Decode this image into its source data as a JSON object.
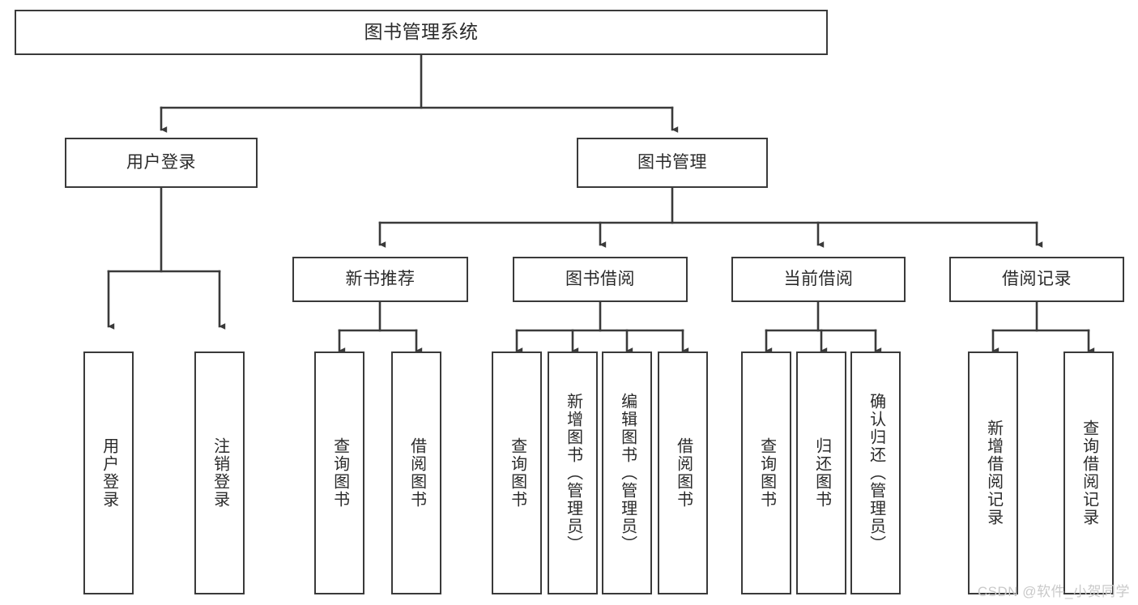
{
  "diagram": {
    "title": "图书管理系统",
    "watermark": "CSDN @软件_小贺同学",
    "stroke_color": "#3a3a3a",
    "background_color": "#ffffff",
    "text_color": "#2b2b2b",
    "watermark_color": "#c9c9c9",
    "levels": {
      "root": {
        "label": "图书管理系统"
      },
      "level2": [
        {
          "label": "用户登录"
        },
        {
          "label": "图书管理"
        }
      ],
      "level3": [
        {
          "label": "新书推荐"
        },
        {
          "label": "图书借阅"
        },
        {
          "label": "当前借阅"
        },
        {
          "label": "借阅记录"
        }
      ],
      "leaves": [
        {
          "label": "用户登录",
          "parent": "用户登录"
        },
        {
          "label": "注销登录",
          "parent": "用户登录"
        },
        {
          "label": "查询图书",
          "parent": "新书推荐"
        },
        {
          "label": "借阅图书",
          "parent": "新书推荐"
        },
        {
          "label": "查询图书",
          "parent": "图书借阅"
        },
        {
          "label": "新增图书（管理员）",
          "parent": "图书借阅"
        },
        {
          "label": "编辑图书（管理员）",
          "parent": "图书借阅"
        },
        {
          "label": "借阅图书",
          "parent": "图书借阅"
        },
        {
          "label": "查询图书",
          "parent": "当前借阅"
        },
        {
          "label": "归还图书",
          "parent": "当前借阅"
        },
        {
          "label": "确认归还（管理员）",
          "parent": "当前借阅"
        },
        {
          "label": "新增借阅记录",
          "parent": "借阅记录"
        },
        {
          "label": "查询借阅记录",
          "parent": "借阅记录"
        }
      ]
    }
  }
}
